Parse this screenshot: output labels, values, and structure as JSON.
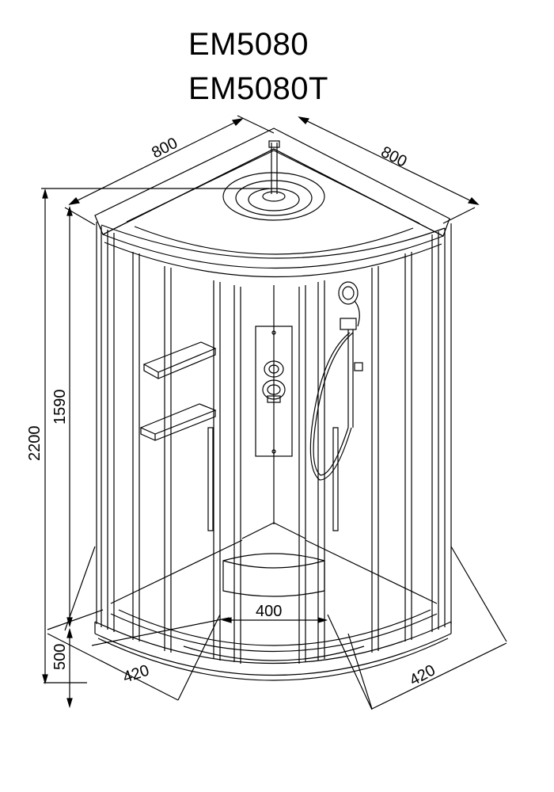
{
  "titles": {
    "model_1": "EM5080",
    "model_2": "EM5080T"
  },
  "dimensions": {
    "width_left": "800",
    "width_right": "800",
    "total_height": "2200",
    "glass_height": "1590",
    "tray_height": "500",
    "seat_width": "400",
    "tray_depth_left": "420",
    "tray_depth_right": "420"
  },
  "colors": {
    "line": "#000000",
    "background": "#ffffff"
  }
}
